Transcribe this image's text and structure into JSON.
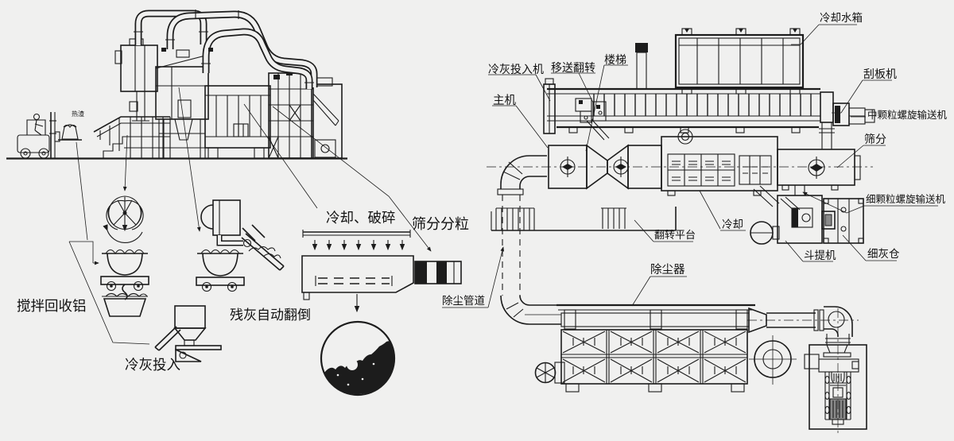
{
  "colors": {
    "background": "#f0f0ef",
    "line": "#1c1c1c",
    "fill_dark": "#1c1c1c",
    "motor_gray": "#8a8a8a"
  },
  "labels": {
    "hot_slag": {
      "text": "热渣"
    },
    "stir_recover_al": {
      "text": "搅拌回收铝"
    },
    "cold_ash_input": {
      "text": "冷灰投入"
    },
    "residual_ash_auto_dump": {
      "text": "残灰自动翻倒"
    },
    "cooling_crushing": {
      "text": "冷却、破碎"
    },
    "sieving_granulating": {
      "text": "筛分分粒"
    },
    "dust_pipe": {
      "text": "除尘管道"
    },
    "main_machine": {
      "text": "主机"
    },
    "cold_ash_feeder": {
      "text": "冷灰投入机"
    },
    "transfer_flip": {
      "text": "移送翻转"
    },
    "stairs": {
      "text": "楼梯"
    },
    "cooling_water_tank": {
      "text": "冷却水箱"
    },
    "scraper_machine": {
      "text": "刮板机"
    },
    "medium_particle_screw_conveyor": {
      "text": "中颗粒螺旋输送机"
    },
    "sieving": {
      "text": "筛分"
    },
    "fine_particle_screw_conveyor": {
      "text": "细颗粒螺旋输送机"
    },
    "fine_ash_bin": {
      "text": "细灰仓"
    },
    "bucket_elevator": {
      "text": "斗提机"
    },
    "cooling": {
      "text": "冷却"
    },
    "flip_platform": {
      "text": "翻转平台"
    },
    "dust_collector": {
      "text": "除尘器"
    }
  }
}
